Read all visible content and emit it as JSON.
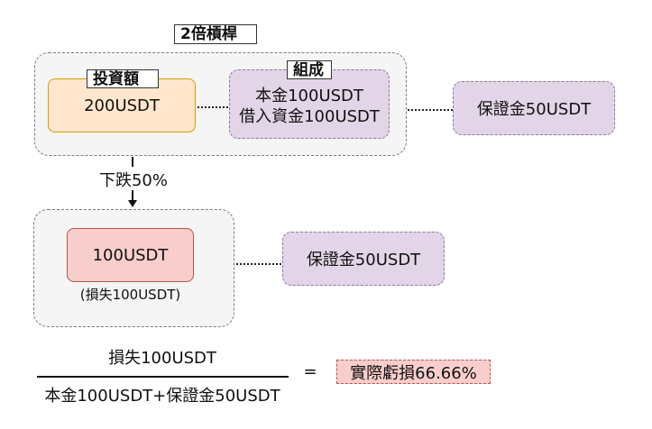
{
  "title": "2倍槓桿",
  "top": {
    "investment_label": "投資額",
    "investment_value": "200USDT",
    "composition_label": "組成",
    "composition_line1": "本金100USDT",
    "composition_line2": "借入資金100USDT",
    "margin": "保證金50USDT"
  },
  "drop_label": "下跌50%",
  "bottom": {
    "value": "100USDT",
    "loss_note": "(損失100USDT)",
    "margin": "保證金50USDT"
  },
  "formula": {
    "numerator": "損失100USDT",
    "denominator": "本金100USDT+保證金50USDT",
    "equals": "=",
    "result": "實際虧損66.66%"
  },
  "colors": {
    "orange_fill": "#ffe6cc",
    "orange_stroke": "#d79b00",
    "purple_fill": "#e1d5e7",
    "purple_stroke": "#9673a6",
    "red_fill": "#f8cecc",
    "red_stroke": "#b85450"
  }
}
